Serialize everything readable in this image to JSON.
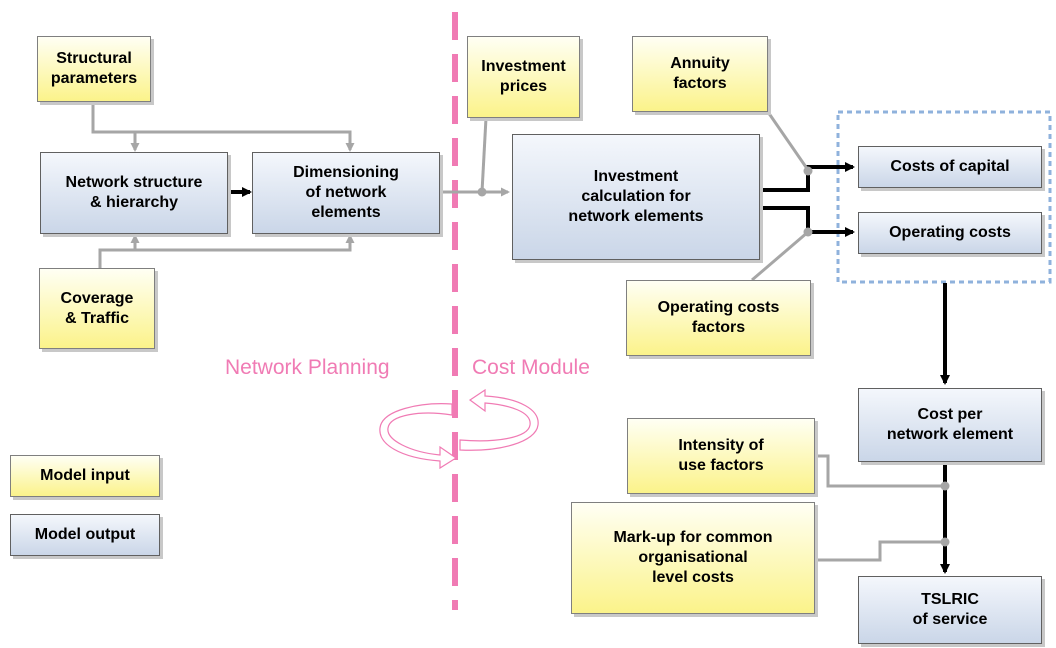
{
  "diagram": {
    "inputs": {
      "structural_parameters": "Structural\nparameters",
      "coverage_traffic": "Coverage\n& Traffic",
      "investment_prices": "Investment\nprices",
      "annuity_factors": "Annuity\nfactors",
      "operating_costs_factors": "Operating costs\nfactors",
      "intensity_of_use": "Intensity of\nuse factors",
      "markup_common": "Mark-up for common\norganisational\nlevel costs"
    },
    "outputs": {
      "network_structure": "Network structure\n& hierarchy",
      "dimensioning": "Dimensioning\nof network\nelements",
      "investment_calculation": "Investment\ncalculation for\nnetwork elements",
      "costs_of_capital": "Costs of capital",
      "operating_costs": "Operating costs",
      "cost_per_element": "Cost per\nnetwork element",
      "tslric": "TSLRIC\nof service"
    },
    "modules": {
      "left": "Network Planning",
      "right": "Cost Module"
    },
    "legend": {
      "input": "Model input",
      "output": "Model output"
    },
    "colors": {
      "input_fill": "#fbf38a",
      "output_fill": "#cad6e8",
      "divider": "#f07bb4",
      "connector": "#a6a6a6",
      "flow": "#000000",
      "group_outline": "#8fb2dc"
    }
  }
}
